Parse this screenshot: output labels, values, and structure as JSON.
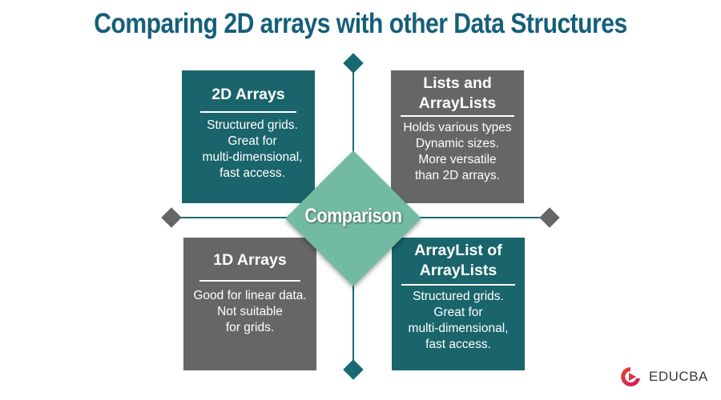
{
  "title": "Comparing 2D arrays with other Data Structures",
  "center": {
    "label": "Comparison"
  },
  "cards": [
    {
      "position": "top-left",
      "title": "2D Arrays",
      "body": "Structured grids.\nGreat for\nmulti-dimensional,\nfast access.",
      "color": "#1a646b"
    },
    {
      "position": "top-right",
      "title": "Lists and\nArrayLists",
      "body": "Holds various types\nDynamic sizes.\nMore versatile\nthan 2D arrays.",
      "color": "#666666"
    },
    {
      "position": "bottom-left",
      "title": "1D Arrays",
      "body": "Good for linear data.\nNot suitable\nfor grids.",
      "color": "#666666"
    },
    {
      "position": "bottom-right",
      "title": "ArrayList of\nArrayLists",
      "body": "Structured grids.\nGreat for\nmulti-dimensional,\nfast access.",
      "color": "#1a646b"
    }
  ],
  "colors": {
    "title": "#155f7a",
    "teal": "#1a646b",
    "gray": "#666666",
    "center": "#73baa3"
  },
  "brand": {
    "name": "EDUCBA",
    "icon": "educba-logo-icon"
  }
}
